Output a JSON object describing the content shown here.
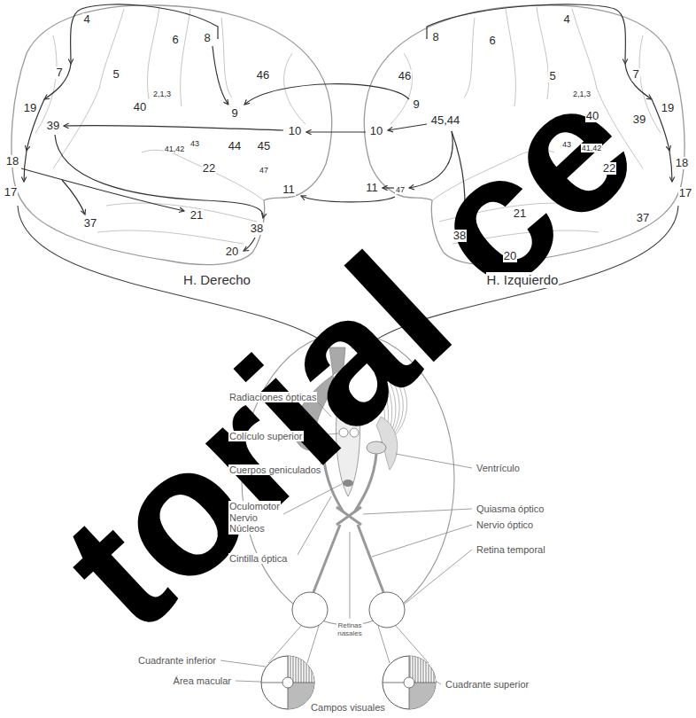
{
  "diagram": {
    "labels": [
      "4",
      "6",
      "8",
      "7",
      "5",
      "46",
      "9",
      "19",
      "40",
      "2,1,3",
      "10",
      "39",
      "41,42",
      "43",
      "44",
      "45",
      "18",
      "17",
      "22",
      "47",
      "11",
      "37",
      "21",
      "38",
      "20",
      "4",
      "8",
      "6",
      "5",
      "7",
      "9",
      "46",
      "2,1,3",
      "40",
      "39",
      "19",
      "10",
      "45,44",
      "18",
      "17",
      "43",
      "41,42",
      "22",
      "11",
      "47",
      "21",
      "37",
      "38",
      "20",
      "H. Derecho",
      "H. Izquierdo",
      "Radiaciones ópticas",
      "Colículo superior",
      "Cuerpos geniculados",
      "Ventrículo",
      "Oculomotor Nervio Núcleos",
      "Quiasma óptico",
      "Nervio óptico",
      "Cintilla óptica",
      "Retina temporal",
      "Retinas nasales",
      "Cuadrante inferior",
      "Área macular",
      "Cuadrante superior",
      "Campos visuales",
      "torial ce"
    ]
  }
}
